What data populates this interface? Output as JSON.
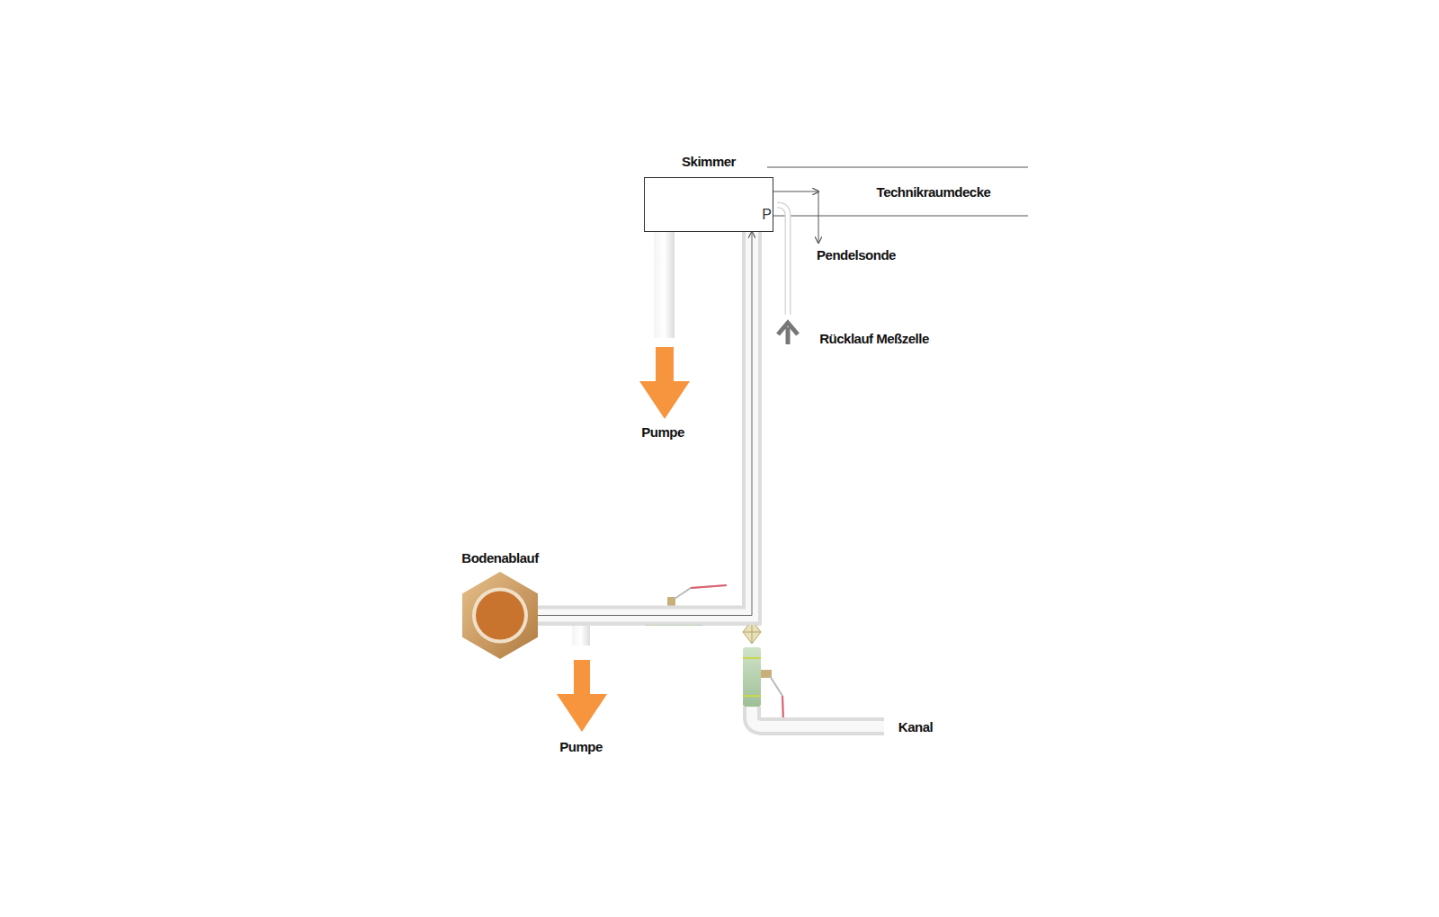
{
  "diagram": {
    "nodes": [
      {
        "text": [
          "Skimmer",
          "P"
        ]
      },
      {
        "text": [
          "Bodenablauf"
        ]
      }
    ],
    "edges": [
      {
        "from": 1,
        "to": 0,
        "arrow": "to"
      }
    ],
    "labels": [
      "Technikraumdecke",
      "Pendelsonde",
      "Rücklauf Meßzelle",
      "Pumpe",
      "Pumpe",
      "Kanal"
    ]
  }
}
